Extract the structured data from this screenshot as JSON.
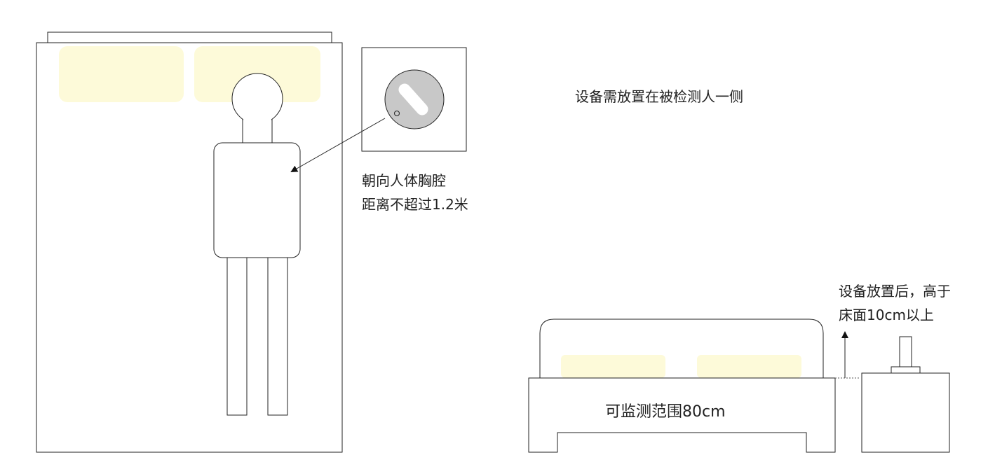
{
  "labels": {
    "side_note": "设备需放置在被检测人一侧",
    "aim_line1": "朝向人体胸腔",
    "aim_line2": "距离不超过1.2米",
    "height_line1": "设备放置后，高于",
    "height_line2": "床面10cm以上",
    "range": "可监测范围80cm"
  },
  "colors": {
    "stroke": "#222222",
    "pillow": "#fdfad9",
    "sensor_disc": "#c8c8c8",
    "background": "#ffffff"
  }
}
